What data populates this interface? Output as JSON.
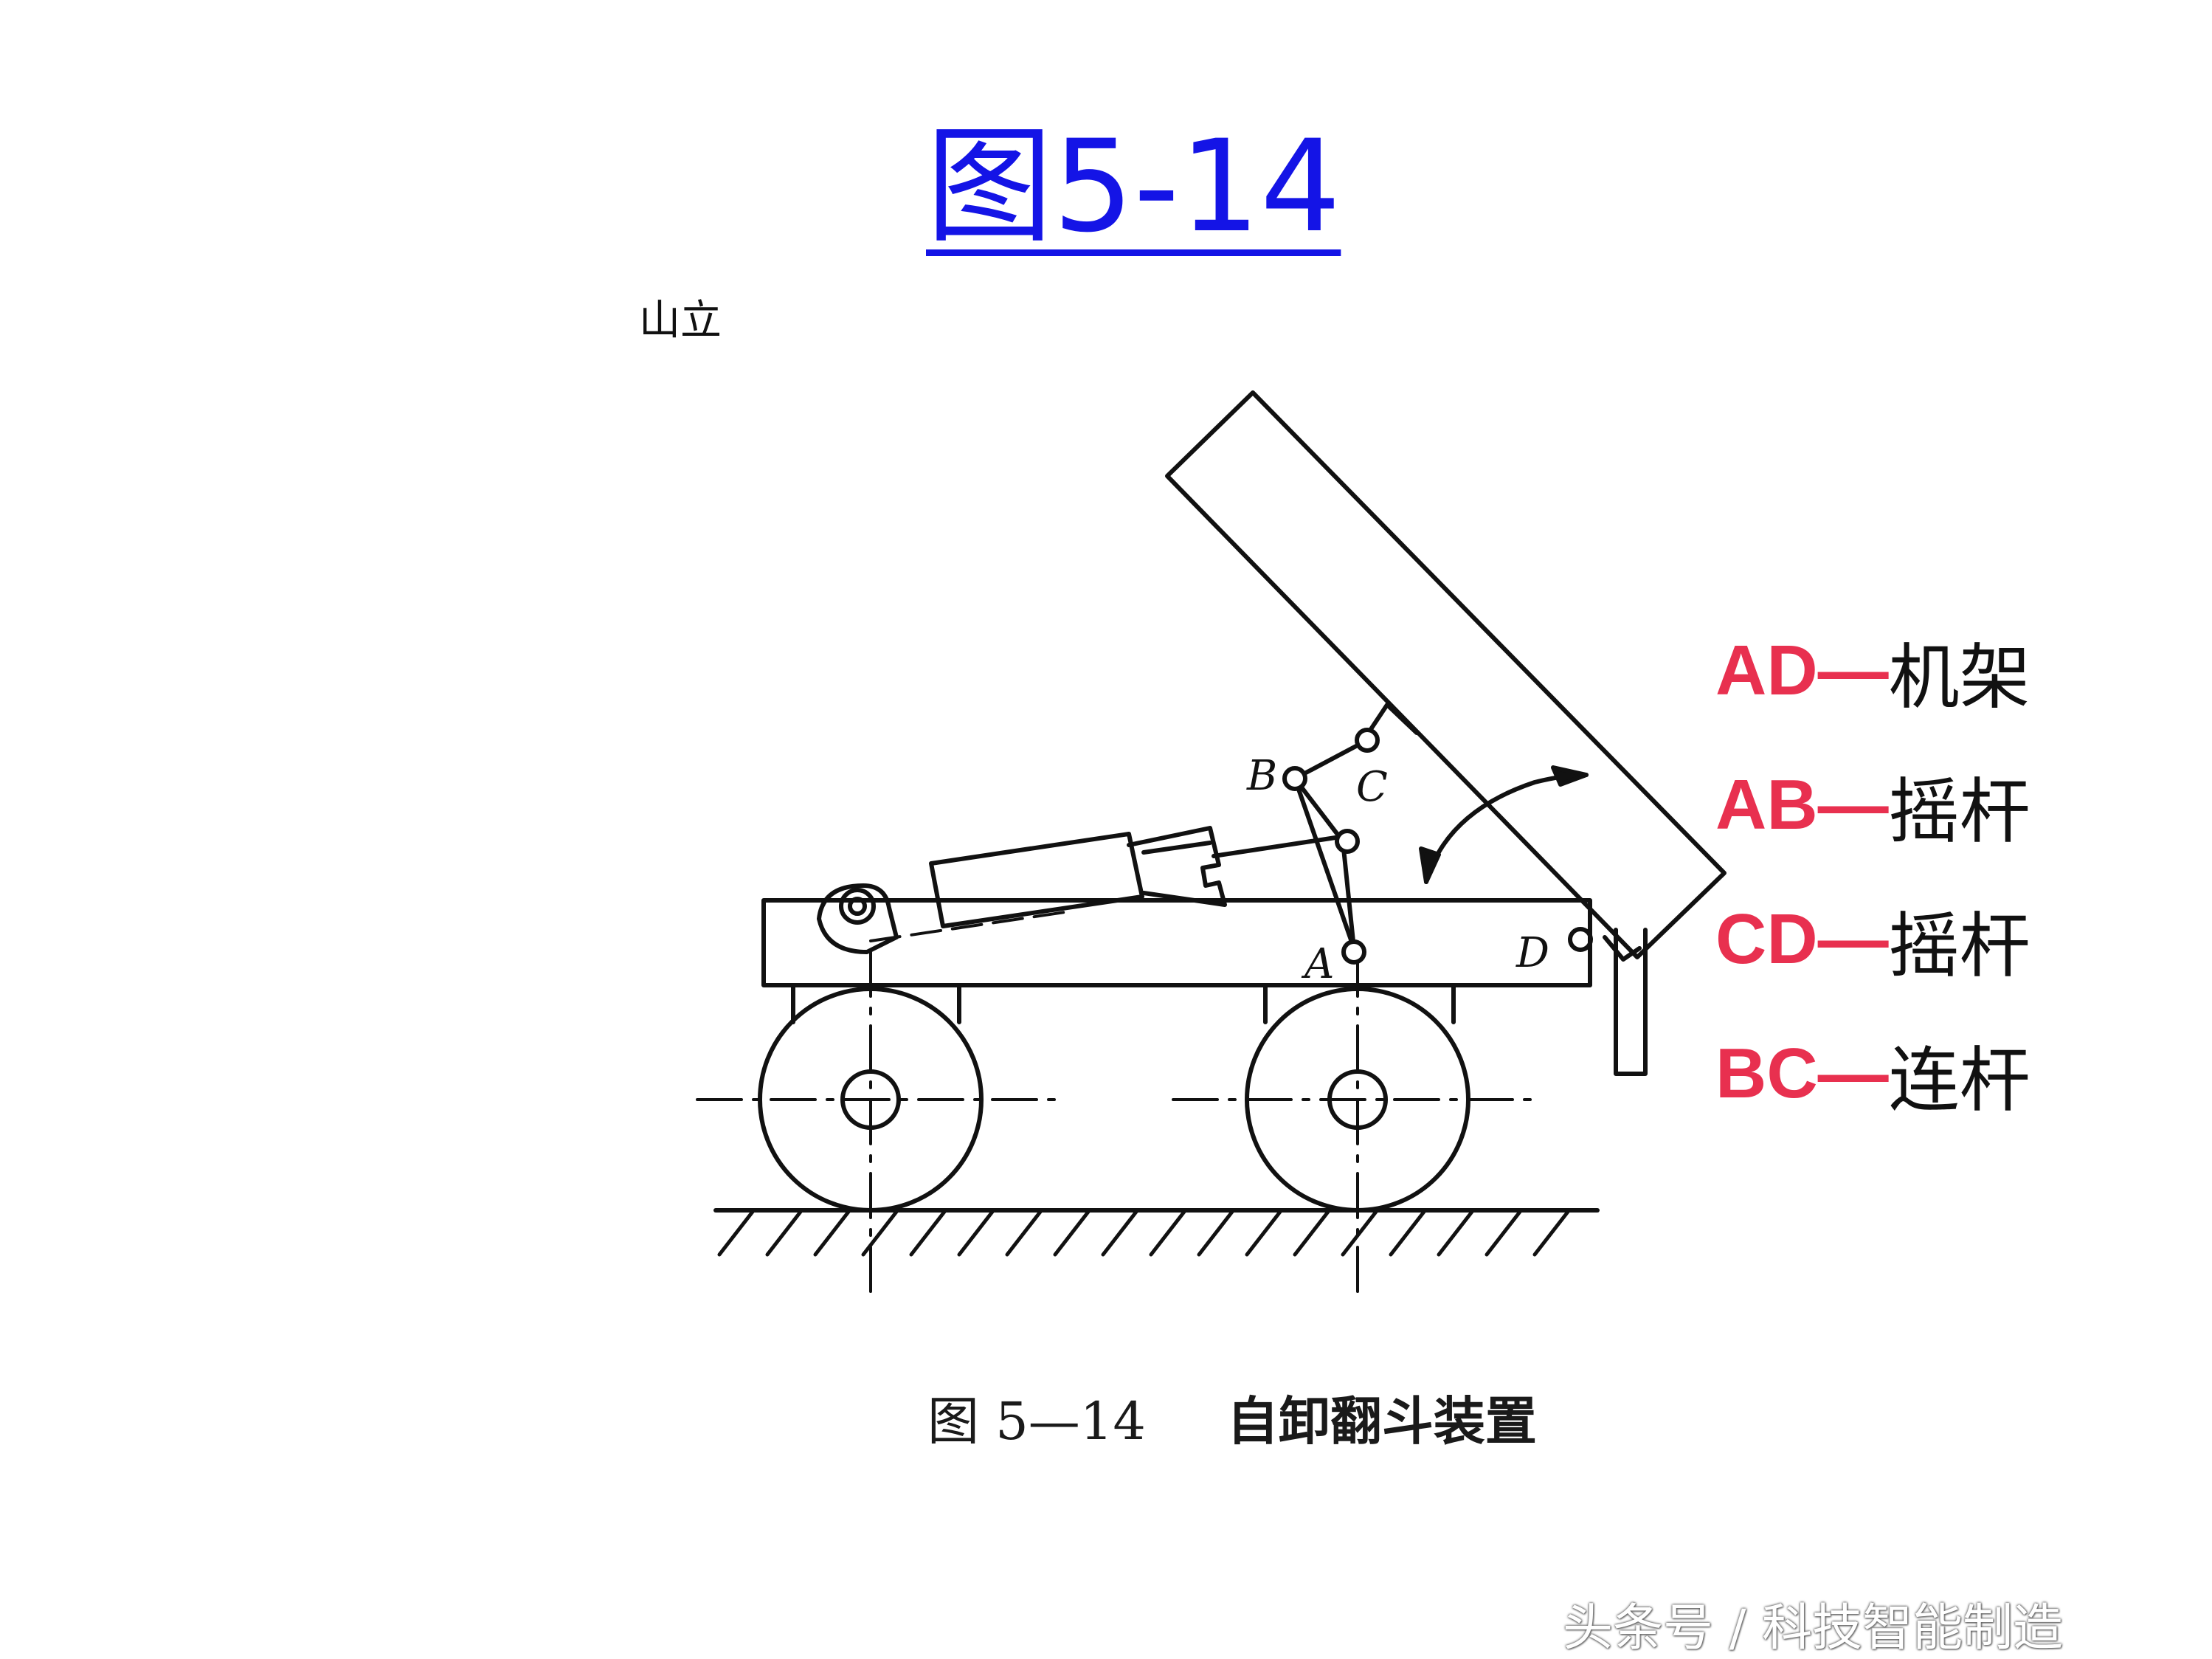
{
  "title": "图5-14",
  "top_fragment": "山立",
  "figure": {
    "point_labels": {
      "A": "A",
      "B": "B",
      "C": "C",
      "D": "D"
    },
    "caption": {
      "figure_number": "图 5—14",
      "name": "自卸翻斗装置"
    }
  },
  "legend": [
    {
      "key": "AD—",
      "role": "机架"
    },
    {
      "key": "AB—",
      "role": "摇杆"
    },
    {
      "key": "CD—",
      "role": "摇杆"
    },
    {
      "key": "BC—",
      "role": "连杆"
    }
  ],
  "colors": {
    "title": "#1414e6",
    "legend_key": "#e8304f",
    "line": "#111111"
  },
  "watermark": "头条号 / 科技智能制造"
}
